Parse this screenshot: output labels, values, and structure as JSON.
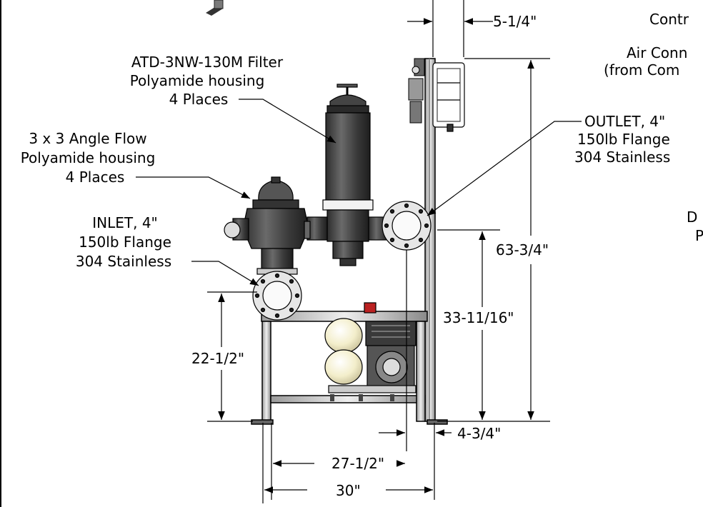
{
  "labels": {
    "filter_l1": "ATD-3NW-130M Filter",
    "filter_l2": "Polyamide housing",
    "filter_l3": "4 Places",
    "valve_l1": "3 x 3 Angle Flow",
    "valve_l2": "Polyamide housing",
    "valve_l3": "4 Places",
    "inlet_l1": "INLET, 4\"",
    "inlet_l2": "150lb Flange",
    "inlet_l3": "304 Stainless",
    "outlet_l1": "OUTLET, 4\"",
    "outlet_l2": "150lb Flange",
    "outlet_l3": "304 Stainless",
    "controller": "Contr",
    "air_l1": "Air Conn",
    "air_l2": "(from Com",
    "right_l1": "D",
    "right_l2": "P"
  },
  "dimensions": {
    "top_offset": "5-1/4\"",
    "overall_height": "63-3/4\"",
    "outlet_height": "33-11/16\"",
    "inlet_height": "22-1/2\"",
    "bottom_offset": "4-3/4\"",
    "inner_width": "27-1/2\"",
    "overall_width": "30\""
  },
  "colors": {
    "line": "#000000",
    "housing": "#4a4a4a",
    "steel": "#c8c8c8",
    "tank": "#f4f0cf"
  }
}
